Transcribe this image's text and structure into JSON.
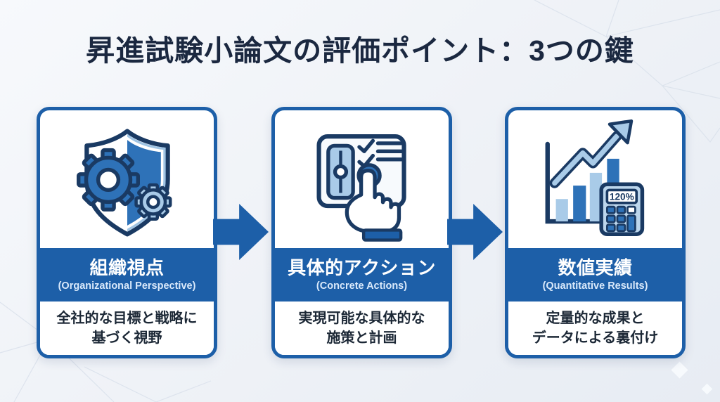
{
  "page": {
    "title": "昇進試験小論文の評価ポイント：3つの鍵"
  },
  "colors": {
    "accent_blue": "#1d5fa8",
    "icon_medium_blue": "#2e72b8",
    "icon_light_blue": "#a9cbe8",
    "outline_navy": "#1a3a63",
    "title_navy": "#1b2840"
  },
  "cards": [
    {
      "icon": "shield-gears-icon",
      "title_jp": "組織視点",
      "title_en": "(Organizational Perspective)",
      "desc": [
        "全社的な目標と戦略に",
        "基づく視野"
      ]
    },
    {
      "icon": "checklist-hand-icon",
      "title_jp": "具体的アクション",
      "title_en": "(Concrete Actions)",
      "desc": [
        "実現可能な具体的な",
        "施策と計画"
      ]
    },
    {
      "icon": "chart-calculator-icon",
      "title_jp": "数値実績",
      "title_en": "(Quantitative Results)",
      "desc": [
        "定量的な成果と",
        "データによる裏付け"
      ],
      "calculator_display": "120%"
    }
  ]
}
